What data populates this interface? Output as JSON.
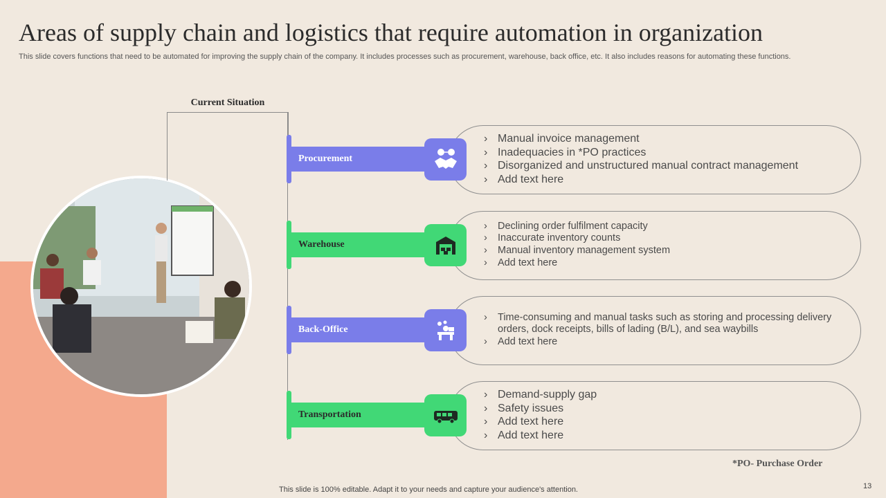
{
  "title": "Areas of supply chain and logistics that require automation in organization",
  "subtitle": "This slide covers functions that need to  be automated for improving the supply chain of the company. It includes processes such as procurement, warehouse, back office, etc. It also includes reasons for automating these functions.",
  "current_situation_label": "Current Situation",
  "colors": {
    "purple": "#7a7de9",
    "green": "#41d876",
    "salmon": "#f4a98d",
    "background": "#f1e9df"
  },
  "areas": [
    {
      "label": "Procurement",
      "icon": "handshake-money-icon",
      "items": [
        "Manual invoice management",
        "Inadequacies in *PO practices",
        "Disorganized and unstructured  manual contract management",
        "Add text here"
      ]
    },
    {
      "label": "Warehouse",
      "icon": "warehouse-icon",
      "items": [
        "Declining order fulfilment capacity",
        "Inaccurate inventory counts",
        "Manual inventory management system",
        "Add text here"
      ]
    },
    {
      "label": "Back-Office",
      "icon": "office-worker-desk-icon",
      "items": [
        "Time-consuming and  manual tasks such as storing and processing delivery orders, dock receipts, bills of lading (B/L), and sea waybills",
        "Add text here"
      ]
    },
    {
      "label": "Transportation",
      "icon": "bus-icon",
      "items": [
        "Demand-supply gap",
        "Safety issues",
        "Add text here",
        "Add text here"
      ]
    }
  ],
  "footnote": "*PO- Purchase Order",
  "footer": "This slide is 100% editable. Adapt it to your needs and capture your audience's attention.",
  "page_number": "13"
}
